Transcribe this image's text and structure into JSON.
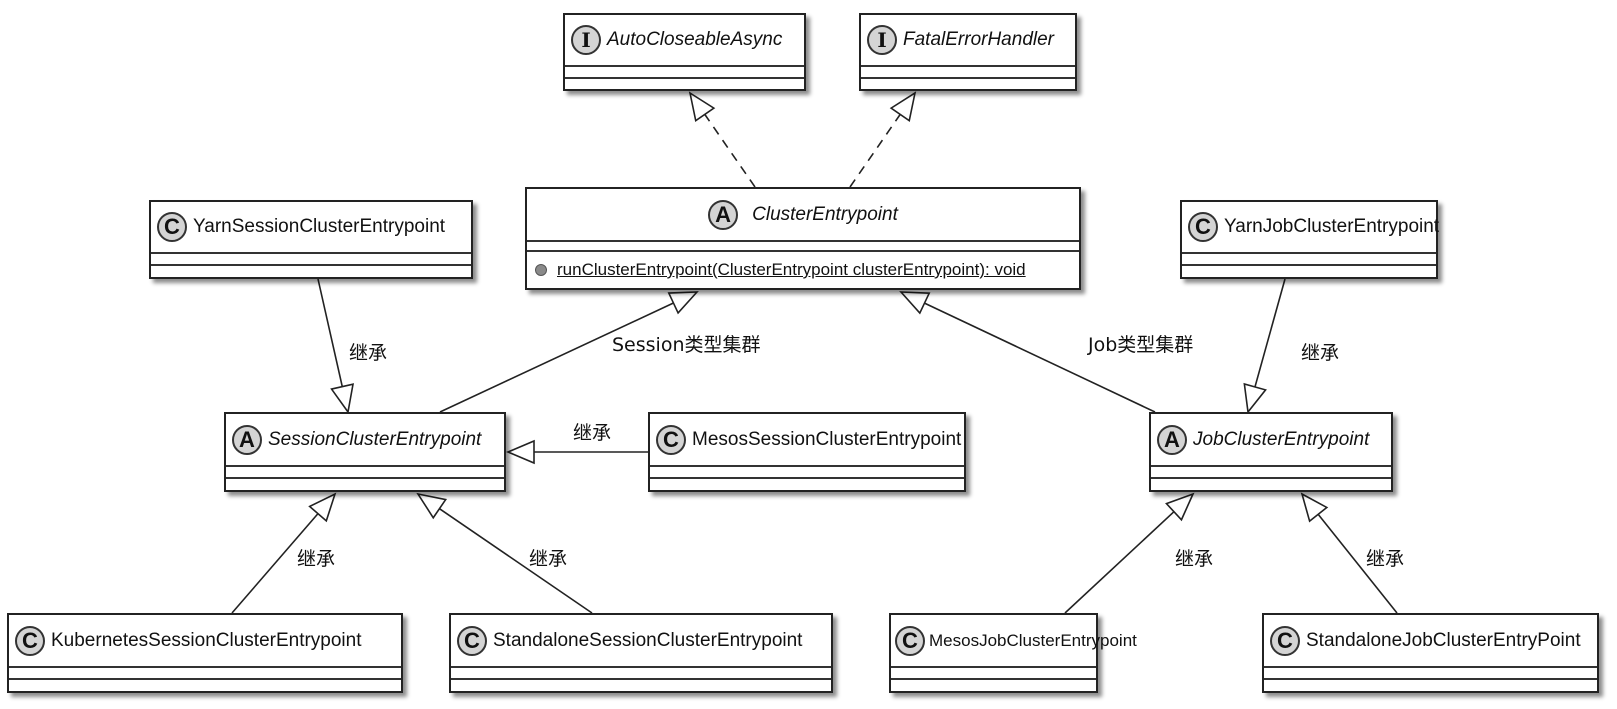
{
  "diagram": {
    "type": "uml-class-diagram",
    "classes": [
      {
        "id": "autocloseable",
        "kind": "I",
        "name": "AutoCloseableAsync",
        "italic": true,
        "methods": []
      },
      {
        "id": "fatalerror",
        "kind": "I",
        "name": "FatalErrorHandler",
        "italic": true,
        "methods": []
      },
      {
        "id": "cluster",
        "kind": "A",
        "name": "ClusterEntrypoint",
        "italic": true,
        "methods": [
          {
            "visibility": "public-static",
            "signature": "runClusterEntrypoint(ClusterEntrypoint clusterEntrypoint): void"
          }
        ]
      },
      {
        "id": "yarnsession",
        "kind": "C",
        "name": "YarnSessionClusterEntrypoint",
        "italic": false,
        "methods": []
      },
      {
        "id": "yarnjob",
        "kind": "C",
        "name": "YarnJobClusterEntrypoint",
        "italic": false,
        "methods": []
      },
      {
        "id": "session",
        "kind": "A",
        "name": "SessionClusterEntrypoint",
        "italic": true,
        "methods": []
      },
      {
        "id": "mesossession",
        "kind": "C",
        "name": "MesosSessionClusterEntrypoint",
        "italic": false,
        "methods": []
      },
      {
        "id": "job",
        "kind": "A",
        "name": "JobClusterEntrypoint",
        "italic": true,
        "methods": []
      },
      {
        "id": "k8ssession",
        "kind": "C",
        "name": "KubernetesSessionClusterEntrypoint",
        "italic": false,
        "methods": []
      },
      {
        "id": "standalonesession",
        "kind": "C",
        "name": "StandaloneSessionClusterEntrypoint",
        "italic": false,
        "methods": []
      },
      {
        "id": "mesosjob",
        "kind": "C",
        "name": "MesosJobClusterEntrypoint",
        "italic": false,
        "methods": []
      },
      {
        "id": "standalonejob",
        "kind": "C",
        "name": "StandaloneJobClusterEntryPoint",
        "italic": false,
        "methods": []
      }
    ],
    "relations": [
      {
        "from": "cluster",
        "to": "autocloseable",
        "type": "realization",
        "label": ""
      },
      {
        "from": "cluster",
        "to": "fatalerror",
        "type": "realization",
        "label": ""
      },
      {
        "from": "session",
        "to": "cluster",
        "type": "generalization",
        "label": "Session类型集群"
      },
      {
        "from": "job",
        "to": "cluster",
        "type": "generalization",
        "label": "Job类型集群"
      },
      {
        "from": "yarnsession",
        "to": "session",
        "type": "generalization",
        "label": "继承"
      },
      {
        "from": "mesossession",
        "to": "session",
        "type": "generalization",
        "label": "继承"
      },
      {
        "from": "k8ssession",
        "to": "session",
        "type": "generalization",
        "label": "继承"
      },
      {
        "from": "standalonesession",
        "to": "session",
        "type": "generalization",
        "label": "继承"
      },
      {
        "from": "yarnjob",
        "to": "job",
        "type": "generalization",
        "label": "继承"
      },
      {
        "from": "mesosjob",
        "to": "job",
        "type": "generalization",
        "label": "继承"
      },
      {
        "from": "standalonejob",
        "to": "job",
        "type": "generalization",
        "label": "继承"
      }
    ]
  }
}
